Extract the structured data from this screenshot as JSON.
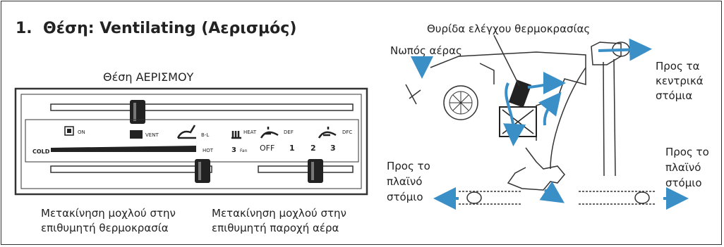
{
  "title": {
    "number": "1.",
    "main": "Θέση: Ventilating",
    "paren_open": "(",
    "greek": "Αερισμός",
    "paren_close": ")"
  },
  "panel": {
    "heading": "Θέση ΑΕΡΙΣΜΟΥ",
    "caption_left_line1": "Μετακίνηση μοχλού στην",
    "caption_left_line2": "επιθυμητή θερμοκρασία",
    "caption_right_line1": "Μετακίνηση μοχλού στην",
    "caption_right_line2": "επιθυμητή παροχή αέρα",
    "labels": {
      "on": "ON",
      "vent": "VENT",
      "bi": "B-L",
      "heat": "HEAT",
      "def": "DEF",
      "dfc": "DFC",
      "cold": "COLD",
      "hot": "HOT",
      "off": "OFF",
      "speed1": "1",
      "speed2": "2",
      "speed3": "3",
      "fan": "Fan"
    }
  },
  "diagram": {
    "temp_door": "Θυρίδα ελέγχου θερμοκρασίας",
    "fresh_air": "Νωπός αέρας",
    "center_vents_line1": "Προς τα",
    "center_vents_line2": "κεντρικά",
    "center_vents_line3": "στόμια",
    "side_left_line1": "Προς το",
    "side_left_line2": "πλαϊνό",
    "side_left_line3": "στόμιο",
    "side_right_line1": "Προς το",
    "side_right_line2": "πλαϊνό",
    "side_right_line3": "στόμιο"
  },
  "colors": {
    "arrow": "#3b8fc7",
    "ink": "#222222"
  }
}
